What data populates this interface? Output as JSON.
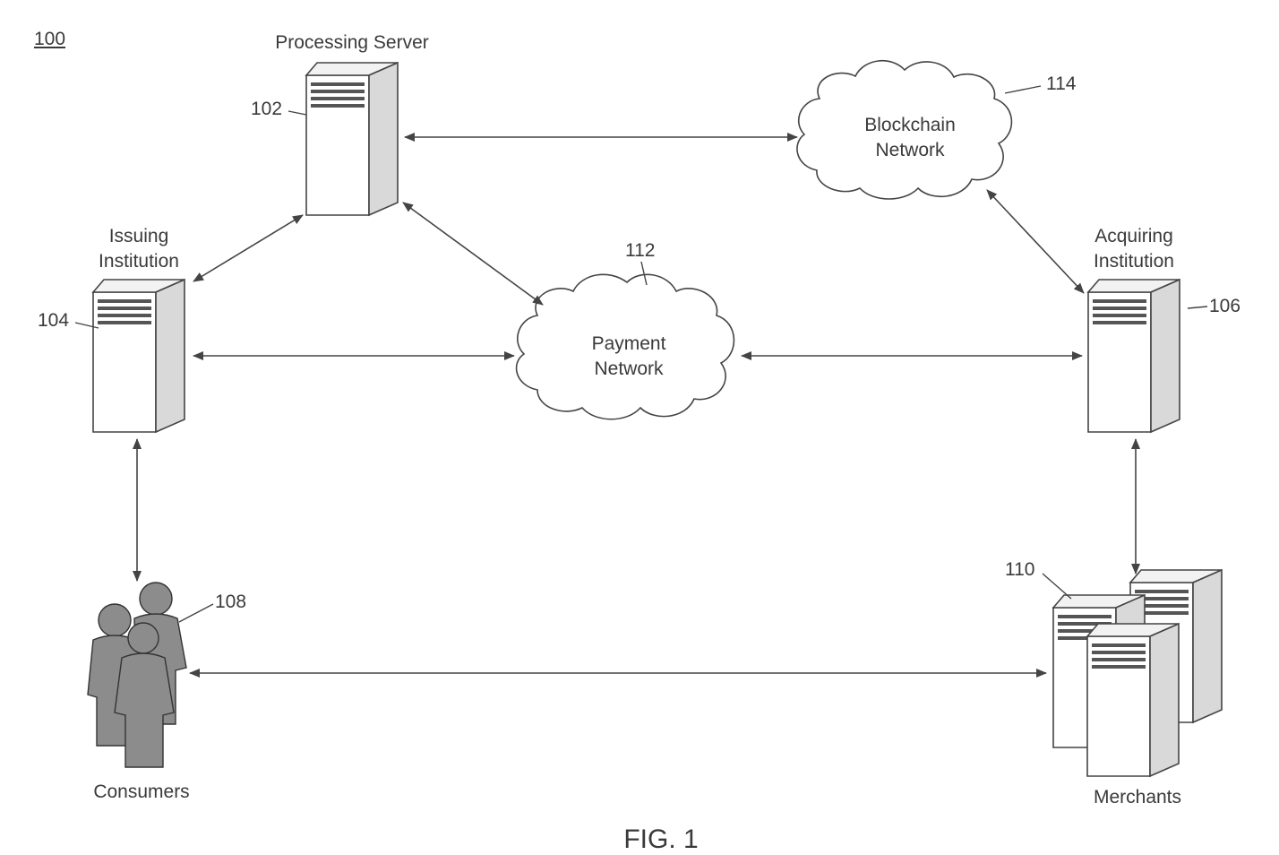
{
  "figure": {
    "ref": "100",
    "caption": "FIG. 1"
  },
  "nodes": {
    "processing_server": {
      "label": "Processing Server",
      "ref": "102"
    },
    "issuing_institution": {
      "label_line1": "Issuing",
      "label_line2": "Institution",
      "ref": "104"
    },
    "acquiring_institution": {
      "label_line1": "Acquiring",
      "label_line2": "Institution",
      "ref": "106"
    },
    "consumers": {
      "label": "Consumers",
      "ref": "108"
    },
    "merchants": {
      "label": "Merchants",
      "ref": "110"
    },
    "payment_network": {
      "label_line1": "Payment",
      "label_line2": "Network",
      "ref": "112"
    },
    "blockchain_network": {
      "label_line1": "Blockchain",
      "label_line2": "Network",
      "ref": "114"
    }
  },
  "colors": {
    "line": "#444444",
    "server_face": "#ffffff",
    "server_side": "#d9d9d9",
    "person_fill": "#8c8c8c"
  }
}
